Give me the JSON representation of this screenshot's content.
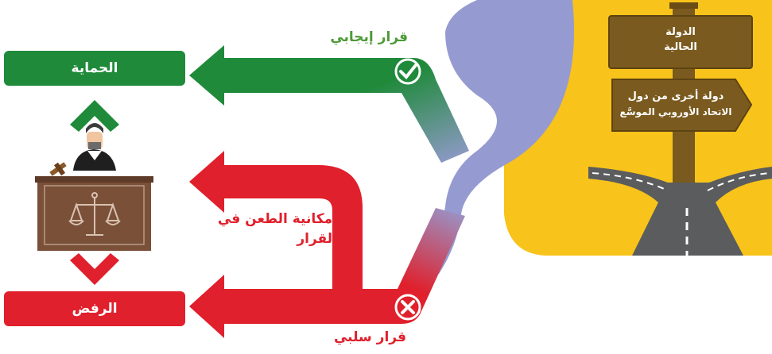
{
  "labels": {
    "protection": "الحماية",
    "rejection": "الرفض",
    "positive_decision": "قرار إيجابي",
    "negative_decision": "قرار سلبي",
    "appeal_line1": "إمكانية الطعن في",
    "appeal_line2": "القرار"
  },
  "signpost": {
    "current_state_line1": "الدولة",
    "current_state_line2": "الحالية",
    "other_state_line1": "دولة أخرى من دول",
    "other_state_line2": "الاتحاد الأوروبي الموسَّع"
  },
  "icons": [
    "check-icon",
    "cross-icon",
    "judge-icon",
    "scales-icon",
    "gavel-icon"
  ],
  "colors": {
    "green": "#1f8a3a",
    "red": "#e0202c",
    "lavender": "#959bd0",
    "yellow": "#f8c31a",
    "sign_brown": "#7a5a1e",
    "podium_brown": "#7a5039",
    "road": "#5a5c5e"
  }
}
